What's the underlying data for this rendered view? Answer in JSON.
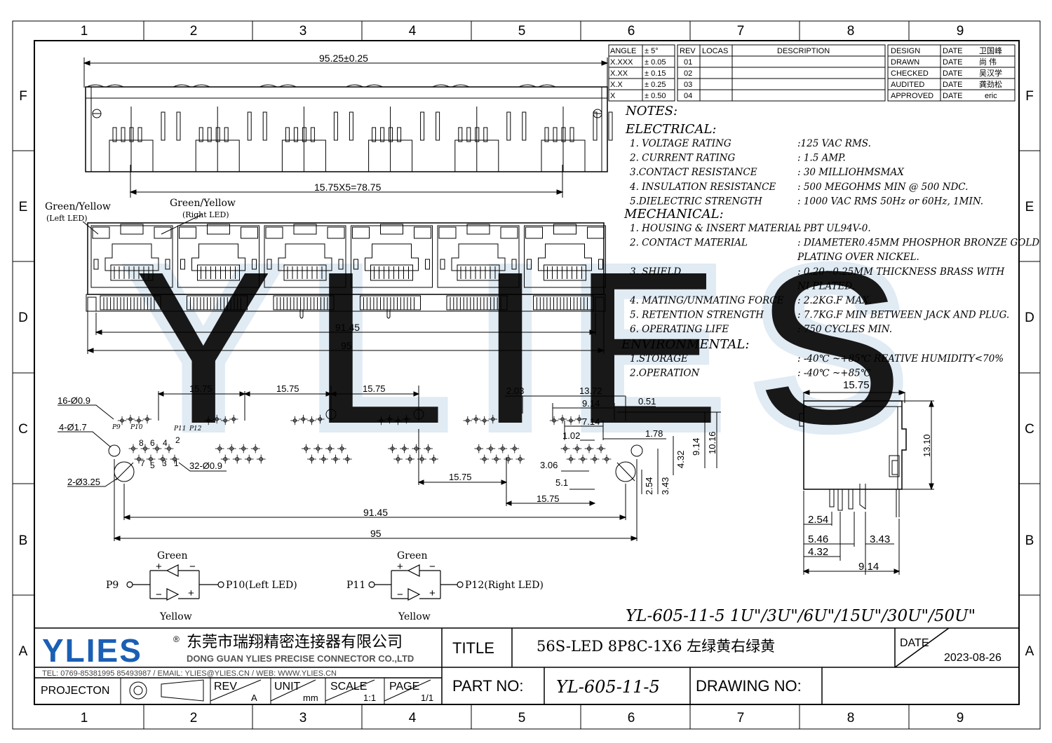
{
  "frame": {
    "col_labels": [
      "1",
      "2",
      "3",
      "4",
      "5",
      "6",
      "7",
      "8",
      "9"
    ],
    "row_labels": [
      "F",
      "E",
      "D",
      "C",
      "B",
      "A"
    ]
  },
  "tolerance_table": {
    "rows": [
      {
        "label": "ANGLE",
        "value": "± 5°"
      },
      {
        "label": "X.XXX",
        "value": "± 0.05"
      },
      {
        "label": "X.XX",
        "value": "± 0.15"
      },
      {
        "label": "X.X",
        "value": "± 0.25"
      },
      {
        "label": "X",
        "value": "± 0.50"
      }
    ]
  },
  "revision_table": {
    "headers": [
      "REV",
      "LOCAS",
      "DESCRIPTION"
    ],
    "revs": [
      "01",
      "02",
      "03",
      "04"
    ]
  },
  "approval_table": {
    "rows": [
      {
        "role": "DESIGN",
        "date_label": "DATE",
        "name": "卫国峰"
      },
      {
        "role": "DRAWN",
        "date_label": "DATE",
        "name": "尚 伟"
      },
      {
        "role": "CHECKED",
        "date_label": "DATE",
        "name": "吴汉学"
      },
      {
        "role": "AUDITED",
        "date_label": "DATE",
        "name": "龚劲松"
      },
      {
        "role": "APPROVED",
        "date_label": "DATE",
        "name": "eric"
      }
    ]
  },
  "notes": {
    "title": "NOTES:",
    "sections": [
      {
        "heading": "ELECTRICAL:",
        "items": [
          {
            "label": "1.  VOLTAGE RATING",
            "value": ":125 VAC RMS."
          },
          {
            "label": "2.  CURRENT RATING",
            "value": ": 1.5 AMP."
          },
          {
            "label": "3.CONTACT RESISTANCE",
            "value": ": 30 MILLIOHMSMAX"
          },
          {
            "label": "4.  INSULATION RESISTANCE",
            "value": ": 500 MEGOHMS MIN @ 500  NDC."
          },
          {
            "label": "5.DIELECTRIC STRENGTH",
            "value": ": 1000 VAC RMS 50Hz  or 60Hz, 1MIN."
          }
        ]
      },
      {
        "heading": "MECHANICAL:",
        "items": [
          {
            "label": "1.  HOUSING & INSERT MATERIAL",
            "value": ": PBT UL94V-0."
          },
          {
            "label": "2.  CONTACT MATERIAL",
            "value": ": DIAMETER0.45MM PHOSPHOR BRONZE GOLD"
          },
          {
            "label": "",
            "value": "  PLATING OVER NICKEL."
          },
          {
            "label": "3.  SHIELD",
            "value": ": 0.20~0.25MM THICKNESS BRASS WITH"
          },
          {
            "label": "",
            "value": "  NI PLATED."
          },
          {
            "label": "4.  MATING/UNMATING FORCE",
            "value": ": 2.2KG.F MAX."
          },
          {
            "label": "5.  RETENTION STRENGTH",
            "value": ": 7.7KG.F MIN BETWEEN JACK AND PLUG."
          },
          {
            "label": "6.  OPERATING LIFE",
            "value": ":  750 CYCLES MIN."
          }
        ]
      },
      {
        "heading": "ENVIRONMENTAL:",
        "items": [
          {
            "label": "1.STORAGE",
            "value": ": -40℃ ~+85℃ REATIVE HUMIDITY<70%"
          },
          {
            "label": "2.OPERATION",
            "value": ": -40℃ ~+85℃"
          }
        ]
      }
    ]
  },
  "top_view": {
    "overall_dim": "95.25±0.25",
    "pitch_dim": "15.75X5=78.75"
  },
  "front_view": {
    "led_left_label": "Green/Yellow",
    "led_left_sub": "(Left LED)",
    "led_right_label": "Green/Yellow",
    "led_right_sub": "(Right LED)",
    "dim_inner": "91.45",
    "dim_outer": "95"
  },
  "pcb_layout": {
    "pitch_dims": [
      "15.75",
      "15.75",
      "15.75"
    ],
    "hole_labels": [
      "16-Ø0.9",
      "4-Ø1.7",
      "2-Ø3.25",
      "32-Ø0.9"
    ],
    "pin_labels_top": [
      "8",
      "6",
      "4",
      "2"
    ],
    "pin_labels_bottom": [
      "7",
      "5",
      "3",
      "1"
    ],
    "led_pins": [
      "P9",
      "P10",
      "P11",
      "P12"
    ],
    "detail_dims": [
      "2.03",
      "13.72",
      "9.14",
      "0.51",
      "7.14",
      "1.02",
      "1.78",
      "3.06",
      "5.1",
      "15.75",
      "15.75",
      "10.16",
      "9.14",
      "4.32",
      "2.54",
      "3.43"
    ],
    "dim_inner": "91.45",
    "dim_outer": "95"
  },
  "side_view": {
    "width_dim": "15.75",
    "height_dim": "13.10",
    "dims": [
      "2.54",
      "5.46",
      "3.43",
      "4.32",
      "9.14"
    ]
  },
  "led_circuits": [
    {
      "color_top": "Green",
      "color_bottom": "Yellow",
      "pin_in": "P9",
      "pin_out": "P10(Left LED)",
      "plus": "+",
      "minus": "−"
    },
    {
      "color_top": "Green",
      "color_bottom": "Yellow",
      "pin_in": "P11",
      "pin_out": "P12(Right LED)",
      "plus": "+",
      "minus": "−"
    }
  ],
  "part_title_line": "YL-605-11-5  1U\"/3U\"/6U\"/15U\"/30U\"/50U\"",
  "title_block": {
    "logo_text": "YLIES",
    "logo_mark": "®",
    "company_cn": "东莞市瑞翔精密连接器有限公司",
    "company_en": "DONG GUAN YLIES PRECISE CONNECTOR CO.,LTD",
    "contact": "TEL: 0769-85381995 85493987 / EMAIL: YLIES@YLIES.CN / WEB: WWW.YLIES.CN",
    "projection_label": "PROJECTON",
    "rev_label": "REV",
    "rev_value": "A",
    "unit_label": "UNIT",
    "unit_value": "mm",
    "scale_label": "SCALE",
    "scale_value": "1:1",
    "page_label": "PAGE",
    "page_value": "1/1",
    "title_label": "TITLE",
    "title_value": "56S-LED 8P8C-1X6 左绿黄右绿黄",
    "date_label": "DATE",
    "date_value": "2023-08-26",
    "part_label": "PART NO:",
    "part_value": "YL-605-11-5",
    "drawing_label": "DRAWING NO:",
    "drawing_value": ""
  },
  "colors": {
    "line": "#000000",
    "logo_blue": "#1a5fb4",
    "watermark": "#dde9f3"
  }
}
